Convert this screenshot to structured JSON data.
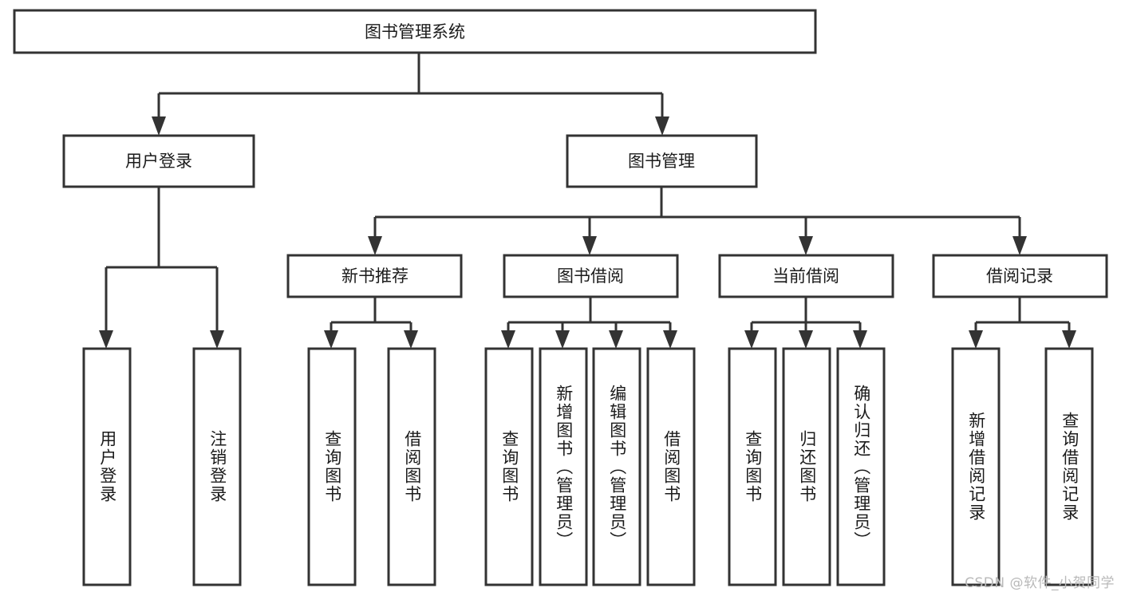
{
  "diagram": {
    "type": "tree",
    "title": "图书管理系统",
    "watermark": "CSDN @软件_小贺同学",
    "colors": {
      "box_stroke": "#333333",
      "box_fill": "#ffffff",
      "text": "#1b1b1b",
      "connector": "#333333",
      "watermark": "#b9b9b9",
      "background": "#ffffff"
    },
    "root": {
      "label": "图书管理系统"
    },
    "level1": [
      {
        "label": "用户登录"
      },
      {
        "label": "图书管理"
      }
    ],
    "level2": [
      {
        "label": "新书推荐"
      },
      {
        "label": "图书借阅"
      },
      {
        "label": "当前借阅"
      },
      {
        "label": "借阅记录"
      }
    ],
    "leaves": {
      "user_login": [
        {
          "label": "用户登录"
        },
        {
          "label": "注销登录"
        }
      ],
      "new_book_recommend": [
        {
          "label": "查询图书"
        },
        {
          "label": "借阅图书"
        }
      ],
      "book_borrow": [
        {
          "label": "查询图书"
        },
        {
          "label": "新增图书（管理员）"
        },
        {
          "label": "编辑图书（管理员）"
        },
        {
          "label": "借阅图书"
        }
      ],
      "current_borrow": [
        {
          "label": "查询图书"
        },
        {
          "label": "归还图书"
        },
        {
          "label": "确认归还（管理员）"
        }
      ],
      "borrow_record": [
        {
          "label": "新增借阅记录"
        },
        {
          "label": "查询借阅记录"
        }
      ]
    }
  }
}
